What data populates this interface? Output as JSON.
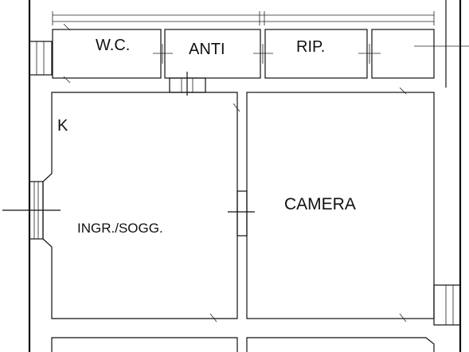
{
  "rooms": {
    "wc": "W.C.",
    "anti": "ANTI",
    "rip": "RIP.",
    "kitchen": "K",
    "camera": "CAMERA",
    "ingresso": "INGR./SOGG."
  },
  "colors": {
    "line": "#111111",
    "background": "#ffffff"
  }
}
